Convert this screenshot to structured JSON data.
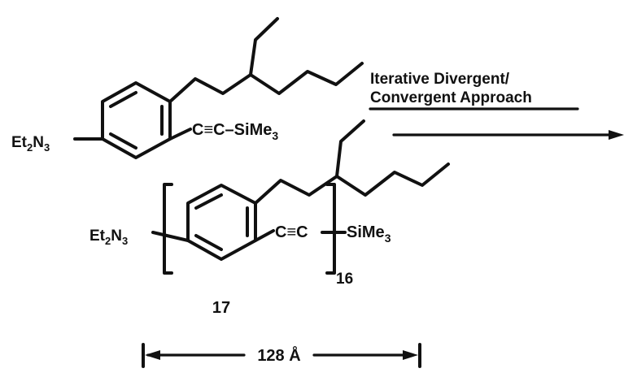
{
  "reagent": {
    "amine": "Et",
    "amine_sub": "2",
    "amine_n": "N",
    "amine_n_sub": "3",
    "alkyne": "C≡C–SiMe",
    "alkyne_sub": "3"
  },
  "arrow": {
    "line1": "Iterative Divergent/",
    "line2": "Convergent Approach"
  },
  "product": {
    "amine": "Et",
    "amine_sub": "2",
    "amine_n": "N",
    "amine_n_sub": "3",
    "alkyne": "C≡C",
    "silyl": "SiMe",
    "silyl_sub": "3",
    "repeat_count": "16",
    "compound_number": "17"
  },
  "dimension": {
    "label": "128 Å"
  }
}
